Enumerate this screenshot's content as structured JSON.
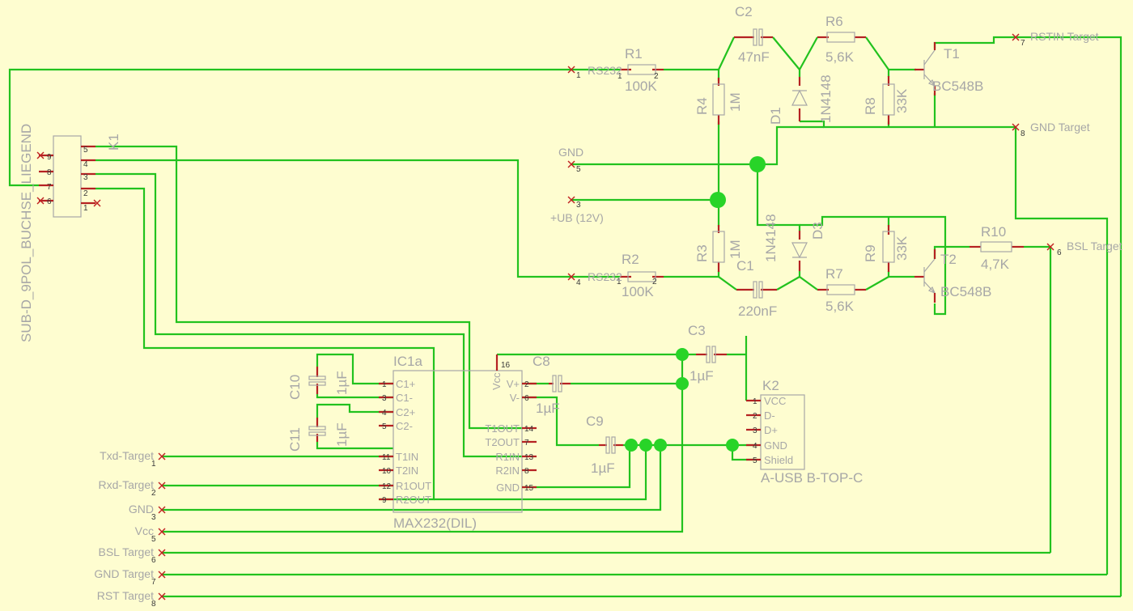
{
  "board": {
    "k1": {
      "name": "K1",
      "value": "SUB-D_9POL_BUCHSE_LIEGEND",
      "pins": [
        "9",
        "8",
        "7",
        "6",
        "5",
        "4",
        "3",
        "2",
        "1"
      ]
    },
    "r1": {
      "name": "R1",
      "value": "100K",
      "pins": [
        "1",
        "2"
      ]
    },
    "r2": {
      "name": "R2",
      "value": "100K",
      "pins": [
        "1",
        "2"
      ]
    },
    "r3": {
      "name": "R3",
      "value": "1M"
    },
    "r4": {
      "name": "R4",
      "value": "1M"
    },
    "r6": {
      "name": "R6",
      "value": "5,6K"
    },
    "r7": {
      "name": "R7",
      "value": "5,6K"
    },
    "r8": {
      "name": "R8",
      "value": "33K"
    },
    "r9": {
      "name": "R9",
      "value": "33K"
    },
    "r10": {
      "name": "R10",
      "value": "4,7K"
    },
    "c1": {
      "name": "C1",
      "value": "220nF"
    },
    "c2": {
      "name": "C2",
      "value": "47nF"
    },
    "c3": {
      "name": "C3",
      "value": "1µF"
    },
    "c8": {
      "name": "C8",
      "value": "1µF"
    },
    "c9": {
      "name": "C9",
      "value": "1µF"
    },
    "c10": {
      "name": "C10",
      "value": "1µF"
    },
    "c11": {
      "name": "C11",
      "value": "1µF"
    },
    "d1": {
      "name": "D1",
      "value": "1N4148"
    },
    "d3": {
      "name": "D3",
      "value": "1N4148"
    },
    "t1": {
      "name": "T1",
      "value": "BC548B"
    },
    "t2": {
      "name": "T2",
      "value": "BC548B"
    },
    "ic1": {
      "name": "IC1a",
      "value": "MAX232(DIL)",
      "left_pins": [
        "C1+",
        "C1-",
        "C2+",
        "C2-",
        "T1IN",
        "T2IN",
        "R1OUT",
        "R2OUT"
      ],
      "right_pins": [
        "Vcc",
        "V+",
        "V-",
        "T1OUT",
        "T2OUT",
        "R1IN",
        "R2IN",
        "GND"
      ],
      "left_nums": [
        "1",
        "3",
        "4",
        "5",
        "11",
        "10",
        "12",
        "9"
      ],
      "right_nums": [
        "16",
        "2",
        "6",
        "14",
        "7",
        "13",
        "8",
        "15"
      ]
    },
    "k2": {
      "name": "K2",
      "value": "A-USB B-TOP-C",
      "pins": [
        "VCC",
        "D-",
        "D+",
        "GND",
        "Shield"
      ],
      "nums": [
        "1",
        "2",
        "3",
        "4",
        "5"
      ]
    },
    "net_labels": {
      "rs232_1": "RS232",
      "rs232_4": "RS232",
      "gnd": "GND",
      "ub": "+UB (12V)",
      "rstin": "RSTIN Target",
      "gnd_target": "GND Target",
      "bsl_target": "BSL Target",
      "n1": "1",
      "n4": "4",
      "n5": "5",
      "n3": "3",
      "n7": "7",
      "n8": "8",
      "n6": "6"
    },
    "left_connector": {
      "labels": [
        "Txd-Target",
        "Rxd-Target",
        "GND",
        "Vcc",
        "BSL Target",
        "GND Target",
        "RST Target"
      ],
      "nums": [
        "1",
        "2",
        "3",
        "5",
        "6",
        "7",
        "8"
      ]
    },
    "colors": {
      "background": "#fefdd0",
      "wire": "#22c21e",
      "part": "#a7a7a7",
      "pin": "#b52222",
      "junction": "#28d428"
    }
  }
}
